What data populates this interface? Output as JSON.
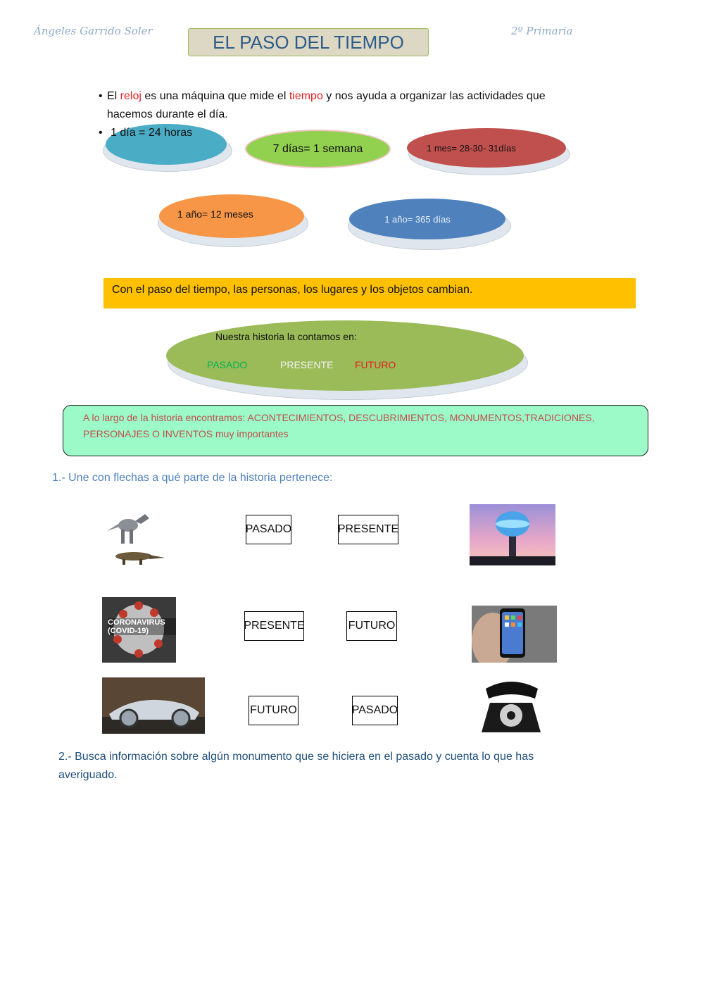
{
  "header": {
    "author": "Ángeles Garrido Soler",
    "title": "EL PASO DEL TIEMPO",
    "grade": "2º Primaria"
  },
  "intro": {
    "line1_a": "El ",
    "line1_b": "reloj",
    "line1_c": " es una máquina que mide el ",
    "line1_d": "tiempo",
    "line1_e": " y nos ayuda a organizar las actividades que",
    "line2": "hacemos durante el día.",
    "line3": "1 día = 24 horas"
  },
  "ovals": {
    "week": "7 días= 1 semana",
    "month": "1 mes= 28-30- 31días",
    "year_months": "1 año= 12 meses",
    "year_days": "1 año= 365 días"
  },
  "colors": {
    "teal": "#4bacc6",
    "green": "#92d050",
    "red": "#c0504d",
    "orange": "#f79646",
    "blue": "#4f81bd",
    "yellow": "#ffc000",
    "olive": "#9bbb59",
    "mint": "#9cf9c8"
  },
  "change_text": "Con el paso del tiempo, las personas, los lugares y los objetos cambian.",
  "history": {
    "intro": "Nuestra historia la contamos en:",
    "past": "PASADO",
    "present": "PRESENTE",
    "future": "FUTURO"
  },
  "facts": "A lo largo de la historia encontramos: ACONTECIMIENTOS, DESCUBRIMIENTOS, MONUMENTOS,TRADICIONES, PERSONAJES O INVENTOS muy importantes",
  "exercise1": {
    "question": "1.- Une con flechas a qué parte de la historia pertenece:",
    "rows": [
      {
        "left_image": "dinosaurs-image",
        "labels": [
          "PASADO",
          "PRESENTE"
        ],
        "right_image": "futuristic-tower-image"
      },
      {
        "left_image": "coronavirus-image",
        "labels": [
          "PRESENTE",
          "FUTURO"
        ],
        "right_image": "smartphone-image"
      },
      {
        "left_image": "futuristic-car-image",
        "labels": [
          "FUTURO",
          "PASADO"
        ],
        "right_image": "old-telephone-image"
      }
    ],
    "covid_caption": "CORONAVIRUS (COVID-19)"
  },
  "exercise2": {
    "question_line1": "2.- Busca información sobre algún monumento que se hiciera en el pasado y cuenta lo que has",
    "question_line2": "averiguado."
  }
}
